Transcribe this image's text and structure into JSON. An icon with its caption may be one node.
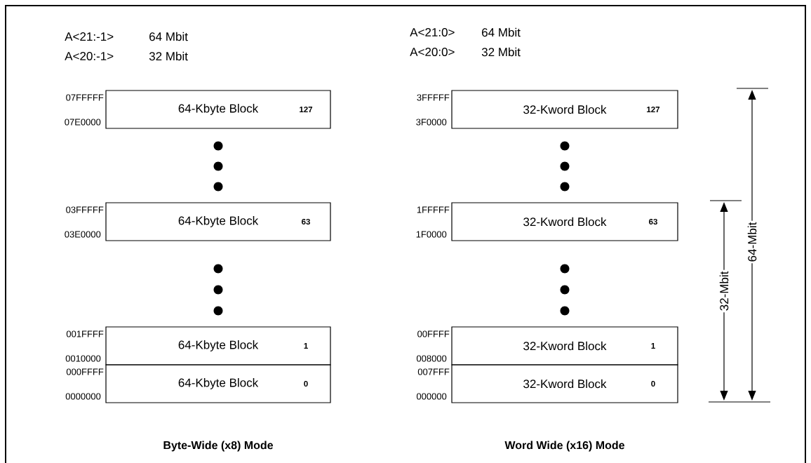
{
  "diagram": {
    "nodes": [
      {
        "text": [
          "64-Kbyte Block",
          "127"
        ],
        "beside": [
          "07FFFFF",
          "07E0000"
        ]
      },
      {
        "text": [
          "64-Kbyte Block",
          "63"
        ],
        "beside": [
          "03FFFFF",
          "03E0000"
        ]
      },
      {
        "text": [
          "64-Kbyte Block",
          "1"
        ],
        "beside": [
          "001FFFF",
          "0010000"
        ]
      },
      {
        "text": [
          "64-Kbyte Block",
          "0"
        ],
        "beside": [
          "000FFFF",
          "0000000"
        ]
      },
      {
        "text": [
          "32-Kword Block",
          "127"
        ],
        "beside": [
          "3FFFFF",
          "3F0000"
        ]
      },
      {
        "text": [
          "32-Kword Block",
          "63"
        ],
        "beside": [
          "1FFFFF",
          "1F0000"
        ]
      },
      {
        "text": [
          "32-Kword Block",
          "1"
        ],
        "beside": [
          "00FFFF",
          "008000"
        ]
      },
      {
        "text": [
          "32-Kword Block",
          "0"
        ],
        "beside": [
          "007FFF",
          "000000"
        ]
      }
    ],
    "edges": [],
    "labels": [
      "A<21:-1>",
      "64 Mbit",
      "A<21:0>",
      "64 Mbit",
      "A<20:-1>",
      "32 Mbit",
      "A<20:0>",
      "32 Mbit",
      "64-Mbit",
      "32-Mbit",
      "Byte-Wide (x8) Mode",
      "Word Wide (x16) Mode"
    ]
  }
}
